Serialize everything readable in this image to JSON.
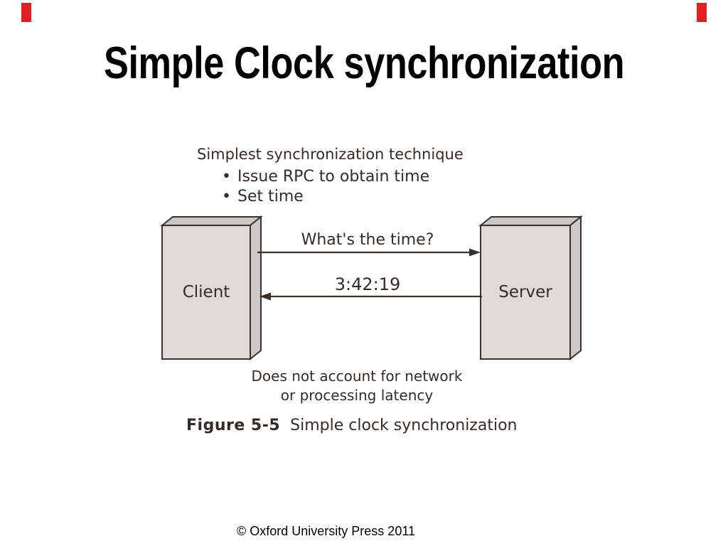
{
  "slide": {
    "title": "Simple Clock synchronization",
    "footer": "© Oxford University Press 2011",
    "accent_color": "#e31e25"
  },
  "figure": {
    "heading": "Simplest synchronization technique",
    "bullet_glyph": "•",
    "bullets": [
      "Issue RPC to obtain time",
      "Set time"
    ],
    "labels": {
      "client": "Client",
      "server": "Server",
      "request": "What's the time?",
      "response": "3:42:19"
    },
    "note_line1": "Does not account for network",
    "note_line2": "or  processing latency",
    "caption": {
      "tag": "Figure 5-5",
      "text": "Simple clock synchronization"
    },
    "colors": {
      "ink": "#3a332d",
      "box_front": "#dcdbd8",
      "box_top": "#c8c7c4",
      "box_side": "#cbcac7"
    }
  }
}
